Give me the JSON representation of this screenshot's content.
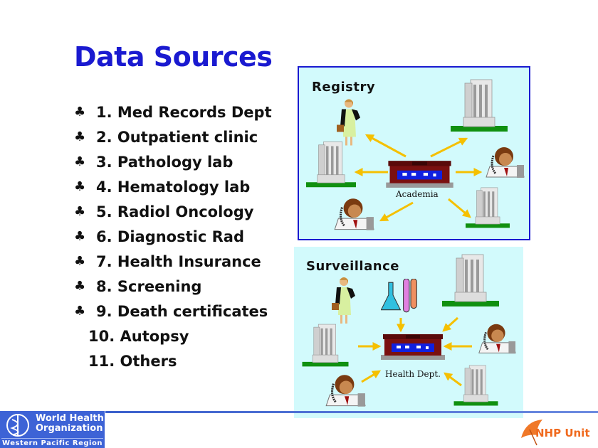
{
  "slide": {
    "title": "Data Sources",
    "items": [
      {
        "label": "1. Med Records Dept",
        "bullet": "♣"
      },
      {
        "label": "2. Outpatient clinic",
        "bullet": "♣"
      },
      {
        "label": "3. Pathology lab",
        "bullet": "♣"
      },
      {
        "label": "4. Hematology lab",
        "bullet": "♣"
      },
      {
        "label": "5. Radiol Oncology",
        "bullet": "♣"
      },
      {
        "label": "6. Diagnostic Rad",
        "bullet": "♣"
      },
      {
        "label": "7. Health Insurance",
        "bullet": "♣"
      },
      {
        "label": "8. Screening",
        "bullet": "♣"
      },
      {
        "label": "9. Death certificates",
        "bullet": "♣"
      },
      {
        "label": "10. Autopsy"
      },
      {
        "label": "11. Others"
      }
    ]
  },
  "registry": {
    "title": "Registry",
    "center_label": "Academia"
  },
  "surveillance": {
    "title": "Surveillance",
    "center_label": "Health Dept."
  },
  "footer": {
    "who_line1": "World Health",
    "who_line2": "Organization",
    "who_region": "Western Pacific Region",
    "unit": "NHP Unit"
  },
  "colors": {
    "title": "#1a1ad0",
    "panel_bg": "#d2fafc",
    "arrow": "#f5c000",
    "footer_blue": "#3d63d6",
    "nhp": "#f06a1e"
  }
}
